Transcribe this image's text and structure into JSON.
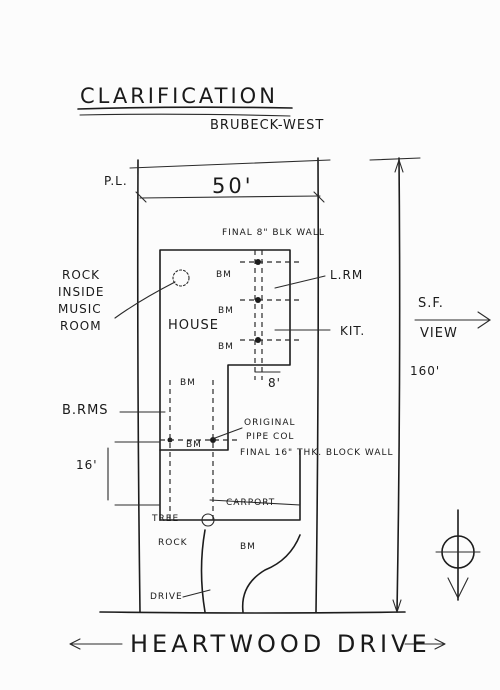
{
  "drawing": {
    "title": "CLARIFICATION",
    "subtitle": "BRUBECK-WEST",
    "labels": {
      "pl": "P.L.",
      "width_dim": "50'",
      "depth_dim": "160'",
      "final_wall": "FINAL 8\" BLK WALL",
      "bm1": "BM",
      "bm2": "BM",
      "bm3": "BM",
      "bm4": "BM",
      "bm5": "BM",
      "bm_carport": "BM",
      "lrm": "L.RM",
      "kit": "KIT.",
      "house": "HOUSE",
      "rock_inside_line1": "ROCK",
      "rock_inside_line2": "INSIDE",
      "rock_inside_line3": "MUSIC",
      "rock_inside_line4": "ROOM",
      "sf_line1": "S.F.",
      "sf_line2": "VIEW",
      "eight": "8'",
      "brms": "B.RMS",
      "original_line1": "ORIGINAL",
      "original_line2": "PIPE COL",
      "final_16": "FINAL 16\" THK. BLOCK WALL",
      "sixteen": "16'",
      "carport": "CARPORT",
      "tree": "TREE",
      "rock": "ROCK",
      "drive": "DRIVE",
      "street": "HEARTWOOD DRIVE"
    }
  }
}
